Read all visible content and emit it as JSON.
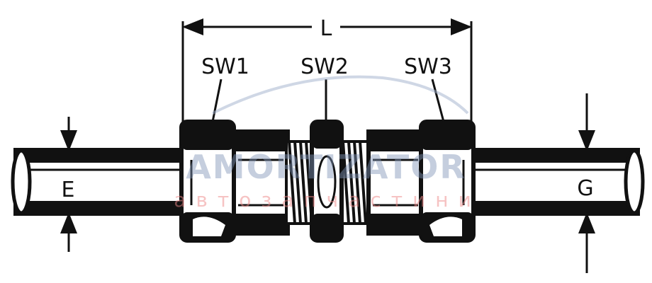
{
  "diagram": {
    "labels": {
      "length": "L",
      "wrench1": "SW1",
      "wrench2": "SW2",
      "wrench3": "SW3",
      "left_tube": "E",
      "right_tube": "G"
    },
    "watermark": {
      "brand": "AMORTIZATOR",
      "subtitle": "автозапчастини"
    }
  }
}
